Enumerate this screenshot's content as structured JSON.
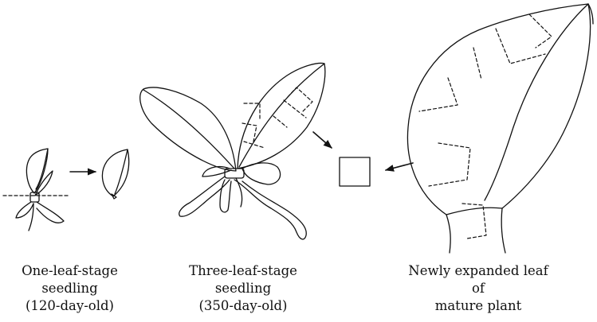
{
  "captions": {
    "one_leaf": [
      "One-leaf-stage",
      "seedling",
      "(120-day-old)"
    ],
    "three_leaf": [
      "Three-leaf-stage",
      "seedling",
      "(350-day-old)"
    ],
    "mature": [
      "Newly expanded leaf",
      "of",
      "mature plant"
    ]
  },
  "colors": {
    "ink": "#111111",
    "background": "#ffffff"
  }
}
